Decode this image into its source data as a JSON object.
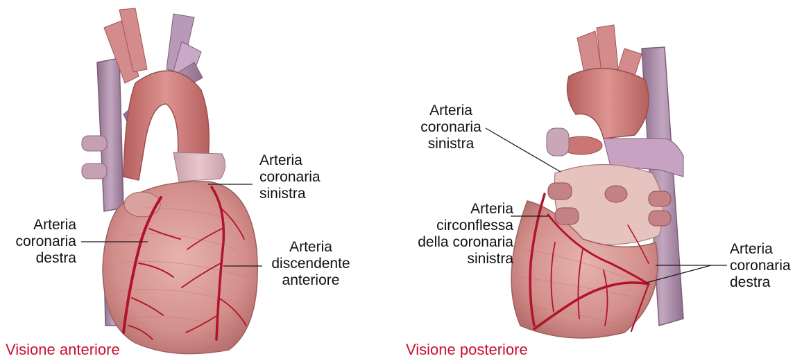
{
  "colors": {
    "caption": "#c8102e",
    "label_text": "#111111",
    "leader_line": "#1a1a1a",
    "muscle": "#d99a97",
    "muscle_shadow": "#b86f6e",
    "artery_red": "#b0132a",
    "vein_purple": "#a98aa6",
    "aorta": "#c97674",
    "background": "#ffffff"
  },
  "views": {
    "anterior": {
      "caption": "Visione anteriore",
      "labels": {
        "left_coronary": [
          "Arteria",
          "coronaria",
          "sinistra"
        ],
        "right_coronary": [
          "Arteria",
          "coronaria",
          "destra"
        ],
        "anterior_descending": [
          "Arteria",
          "discendente",
          "anteriore"
        ]
      }
    },
    "posterior": {
      "caption": "Visione posteriore",
      "labels": {
        "left_coronary": [
          "Arteria",
          "coronaria",
          "sinistra"
        ],
        "circumflex": [
          "Arteria",
          "circonflessa",
          "della coronaria",
          "sinistra"
        ],
        "right_coronary": [
          "Arteria",
          "coronaria",
          "destra"
        ]
      }
    }
  }
}
